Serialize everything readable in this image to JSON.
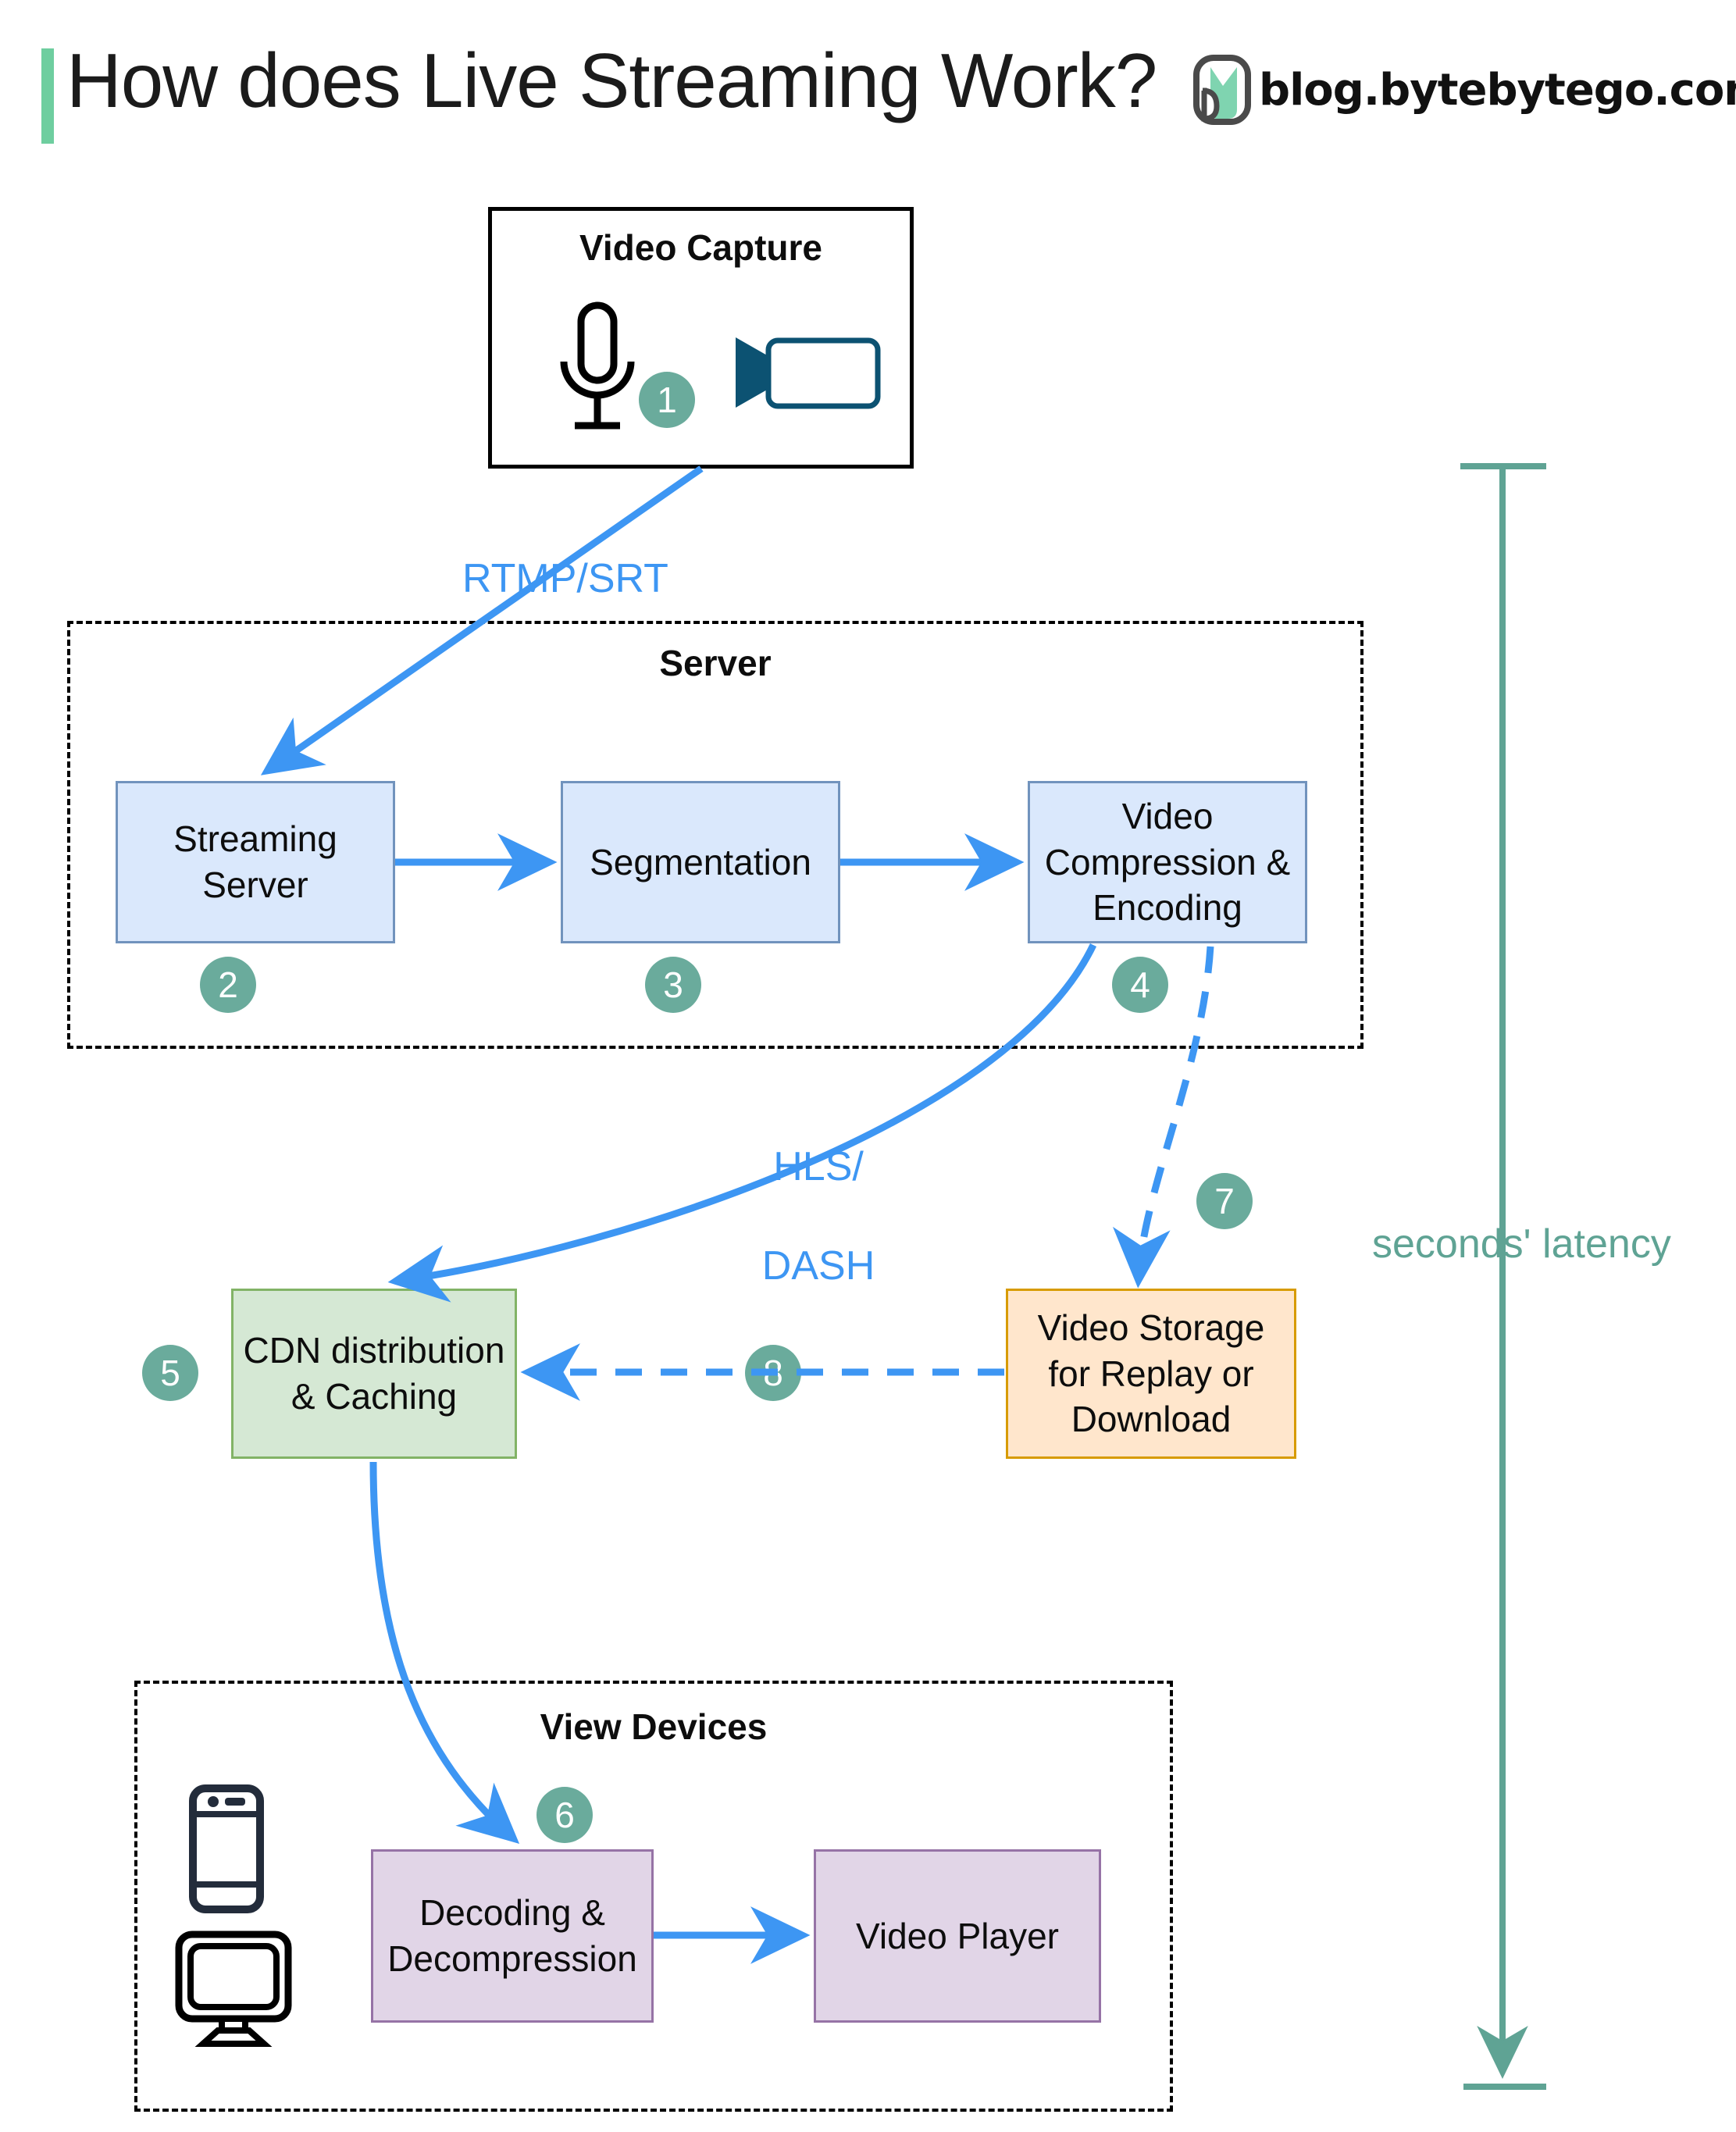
{
  "header": {
    "title": "How does Live Streaming Work?",
    "brand_text": "blog.bytebytego.com",
    "accent_color": "#6ece9f",
    "logo_icon": "bytebytego-logo-icon"
  },
  "colors": {
    "badge": "#6aab9c",
    "edge_blue": "#3d96f3",
    "latency_teal": "#5fa394",
    "node_blue_fill": "#dae8fc",
    "node_blue_stroke": "#7193bd",
    "node_green_fill": "#d5e8d4",
    "node_green_stroke": "#82b366",
    "node_orange_fill": "#ffe6cc",
    "node_orange_stroke": "#d79b00",
    "node_purple_fill": "#e1d5e7",
    "node_purple_stroke": "#9673a6",
    "camera_icon": "#0c5272",
    "phone_icon": "#232c3b"
  },
  "groups": [
    {
      "id": "video-capture",
      "title": "Video Capture",
      "style": "solid"
    },
    {
      "id": "server",
      "title": "Server",
      "style": "dashed"
    },
    {
      "id": "view-devices",
      "title": "View Devices",
      "style": "dashed"
    }
  ],
  "capture_icons": [
    {
      "name": "microphone-icon",
      "label": "Microphone"
    },
    {
      "name": "video-camera-icon",
      "label": "Video camera"
    }
  ],
  "device_icons": [
    {
      "name": "mobile-phone-icon",
      "label": "Mobile phone"
    },
    {
      "name": "desktop-monitor-icon",
      "label": "Desktop monitor"
    }
  ],
  "nodes": [
    {
      "id": "streaming-server",
      "label": "Streaming\nServer",
      "badge": "2",
      "color": "blue"
    },
    {
      "id": "segmentation",
      "label": "Segmentation",
      "badge": "3",
      "color": "blue"
    },
    {
      "id": "video-compression",
      "label": "Video\nCompression &\nEncoding",
      "badge": "4",
      "color": "blue"
    },
    {
      "id": "cdn-distribution",
      "label": "CDN distribution\n& Caching",
      "badge": "5",
      "color": "green"
    },
    {
      "id": "video-storage",
      "label": "Video Storage\nfor Replay or\nDownload",
      "badge": "7",
      "color": "orange"
    },
    {
      "id": "decoding",
      "label": "Decoding &\nDecompression",
      "badge": "6",
      "color": "purple"
    },
    {
      "id": "video-player",
      "label": "Video Player",
      "badge": "",
      "color": "purple"
    }
  ],
  "node_labels": {
    "streaming_server_l1": "Streaming",
    "streaming_server_l2": "Server",
    "segmentation": "Segmentation",
    "video_compression_l1": "Video",
    "video_compression_l2": "Compression &",
    "video_compression_l3": "Encoding",
    "cdn_l1": "CDN distribution",
    "cdn_l2": "& Caching",
    "storage_l1": "Video Storage",
    "storage_l2": "for Replay or",
    "storage_l3": "Download",
    "decoding_l1": "Decoding &",
    "decoding_l2": "Decompression",
    "video_player": "Video Player"
  },
  "badges": {
    "b1": "1",
    "b2": "2",
    "b3": "3",
    "b4": "4",
    "b5": "5",
    "b6": "6",
    "b7": "7",
    "b8": "8"
  },
  "edge_labels": {
    "rtmp_srt": "RTMP/SRT",
    "hls_dash_l1": "HLS/",
    "hls_dash_l2": "DASH"
  },
  "annotations": {
    "latency": "seconds' latency"
  }
}
